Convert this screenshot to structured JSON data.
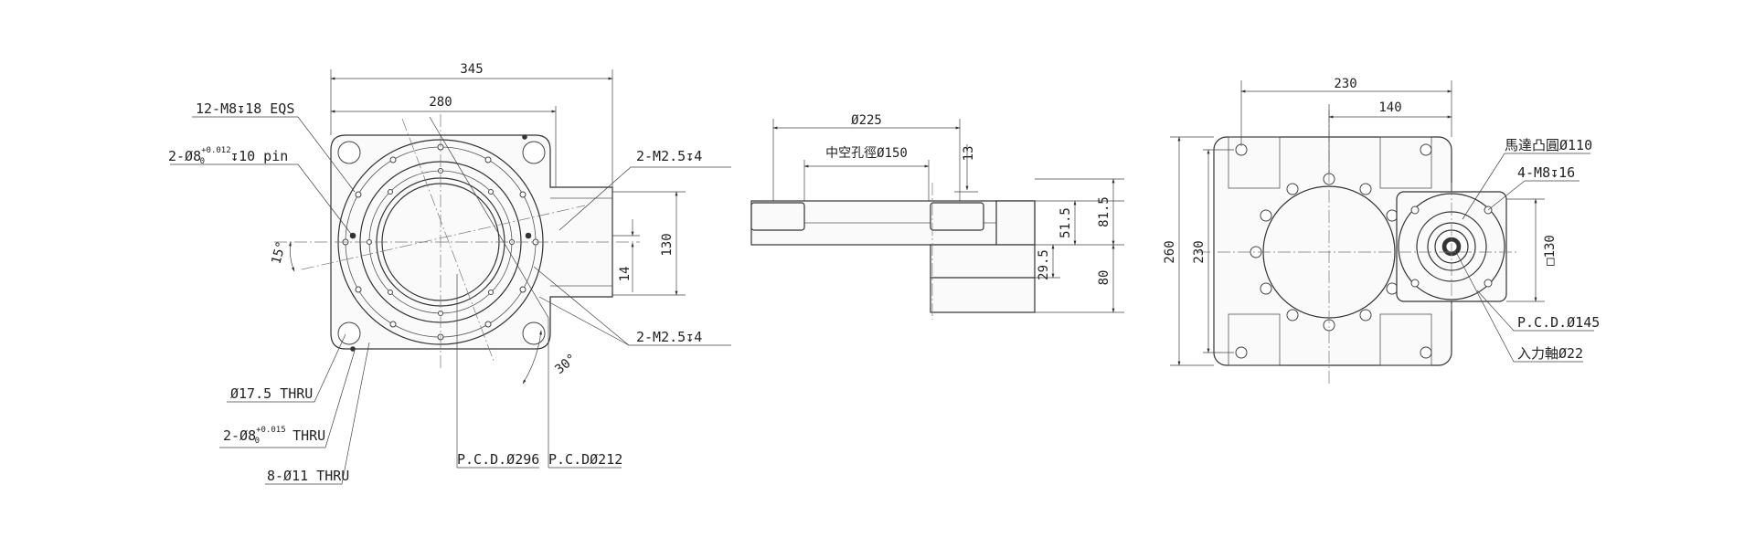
{
  "front_view": {
    "dim_width": "345",
    "dim_inner_width": "280",
    "tap_holes_top": "12-M8",
    "tap_holes_top_depth": "18 EQS",
    "pin_holes_top": "2-Ø8",
    "pin_holes_top_tol_upper": "+0.012",
    "pin_holes_top_tol_lower": "0",
    "pin_holes_top_depth": "10 pin",
    "tap_small_upper": "2-M2.5",
    "tap_small_upper_depth": "4",
    "tap_small_lower": "2-M2.5",
    "tap_small_lower_depth": "4",
    "dim_height": "130",
    "dim_small": "14",
    "angle_left": "15°",
    "angle_bottom": "30°",
    "thru_large": "Ø17.5 THRU",
    "pin_holes_bottom": "2-Ø8",
    "pin_holes_bottom_tol_upper": "+0.015",
    "pin_holes_bottom_tol_lower": "0",
    "pin_holes_bottom_suffix": "THRU",
    "thru_small": "8-Ø11 THRU",
    "pcd_outer": "P.C.D.Ø296",
    "pcd_inner": "P.C.DØ212"
  },
  "side_view": {
    "dim_top": "Ø225",
    "dim_hollow": "中空孔徑Ø150",
    "dim_13": "13",
    "dim_81_5": "81.5",
    "dim_51_5": "51.5",
    "dim_29_5": "29.5",
    "dim_80": "80"
  },
  "top_view": {
    "dim_230_top": "230",
    "dim_140": "140",
    "dim_260": "260",
    "dim_230_side": "230",
    "motor_boss": "馬達凸圓Ø110",
    "motor_taps": "4-M8",
    "motor_taps_depth": "16",
    "dim_square": "□130",
    "pcd_motor": "P.C.D.Ø145",
    "input_shaft": "入力軸Ø22"
  },
  "icons": {
    "depth_symbol": "depth-icon",
    "down_arrow_glyph": "↧"
  }
}
